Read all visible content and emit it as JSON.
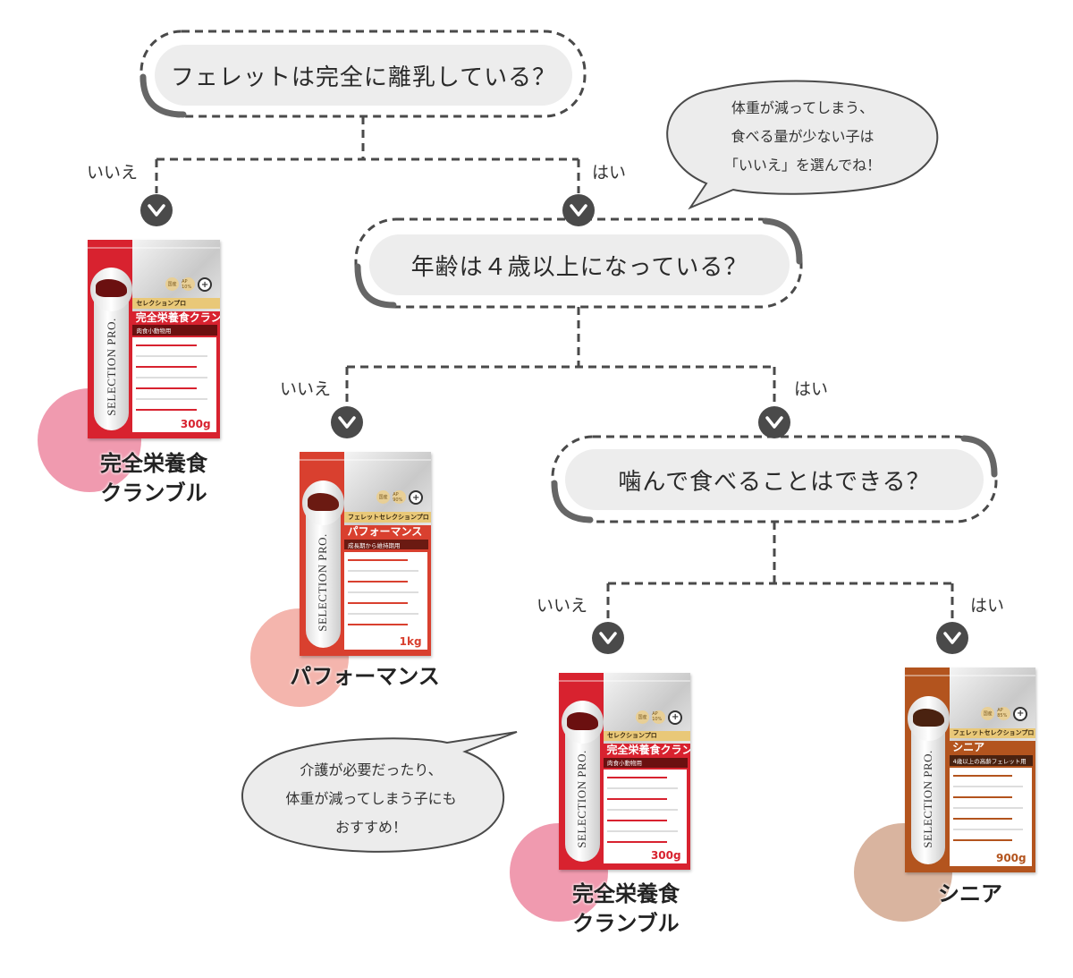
{
  "questions": [
    {
      "text": "フェレットは完全に離乳している？",
      "no": "いいえ",
      "yes": "はい"
    },
    {
      "text": "年齢は４歳以上になっている？",
      "no": "いいえ",
      "yes": "はい"
    },
    {
      "text": "噛んで食べることはできる？",
      "no": "いいえ",
      "yes": "はい"
    }
  ],
  "bubbles": [
    {
      "lines": [
        "体重が減ってしまう、",
        "食べる量が少ない子は",
        "「いいえ」を選んでね！"
      ]
    },
    {
      "lines": [
        "介護が必要だったり、",
        "体重が減ってしまう子にも",
        "おすすめ！"
      ]
    }
  ],
  "products": [
    {
      "label_lines": [
        "完全栄養食",
        "クランブル"
      ],
      "brand": "セレクションプロ",
      "name": "完全栄養食クランブル",
      "sub": "肉食小動物用",
      "weight": "300g",
      "vertical": "SELECTION PRO.",
      "badges": [
        "国産",
        "AP 10%"
      ],
      "color": "#d8222f",
      "sub_color": "#6b1010",
      "circle_color": "#f09aaf"
    },
    {
      "label_lines": [
        "パフォーマンス"
      ],
      "brand": "フェレットセレクションプロ",
      "name": "パフォーマンス",
      "sub": "成長期から維持期用",
      "weight": "1kg",
      "vertical": "SELECTION PRO.",
      "badges": [
        "国産",
        "AP 90%"
      ],
      "color": "#d9402f",
      "sub_color": "#6b1a12",
      "circle_color": "#f4b5ad"
    },
    {
      "label_lines": [
        "完全栄養食",
        "クランブル"
      ],
      "brand": "セレクションプロ",
      "name": "完全栄養食クランブル",
      "sub": "肉食小動物用",
      "weight": "300g",
      "vertical": "SELECTION PRO.",
      "badges": [
        "国産",
        "AP 10%"
      ],
      "color": "#d8222f",
      "sub_color": "#6b1010",
      "circle_color": "#f09aaf"
    },
    {
      "label_lines": [
        "シニア"
      ],
      "brand": "フェレットセレクションプロ",
      "name": "シニア",
      "sub": "4歳以上の高齢フェレット用",
      "weight": "900g",
      "vertical": "SELECTION PRO.",
      "badges": [
        "国産",
        "AP 85%"
      ],
      "color": "#b3541e",
      "sub_color": "#4a2210",
      "circle_color": "#d9b49f"
    }
  ],
  "colors": {
    "line": "#4a4a4a",
    "pill": "#ededed",
    "bubble": "#ececec"
  }
}
